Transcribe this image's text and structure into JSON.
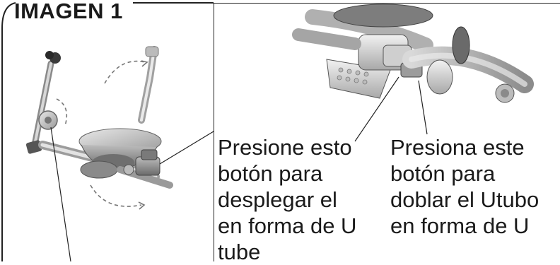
{
  "figure": {
    "title": "IMAGEN 1"
  },
  "captions": {
    "left": [
      "Presione esto",
      "botón para",
      "desplegar el",
      "en forma de U",
      "tube"
    ],
    "right": [
      "Presiona este",
      "botón para",
      "doblar el Utubo",
      "en forma de U"
    ]
  },
  "illustration": {
    "main": "stroller-folding-diagram",
    "inset": "handlebar-button-closeup"
  }
}
